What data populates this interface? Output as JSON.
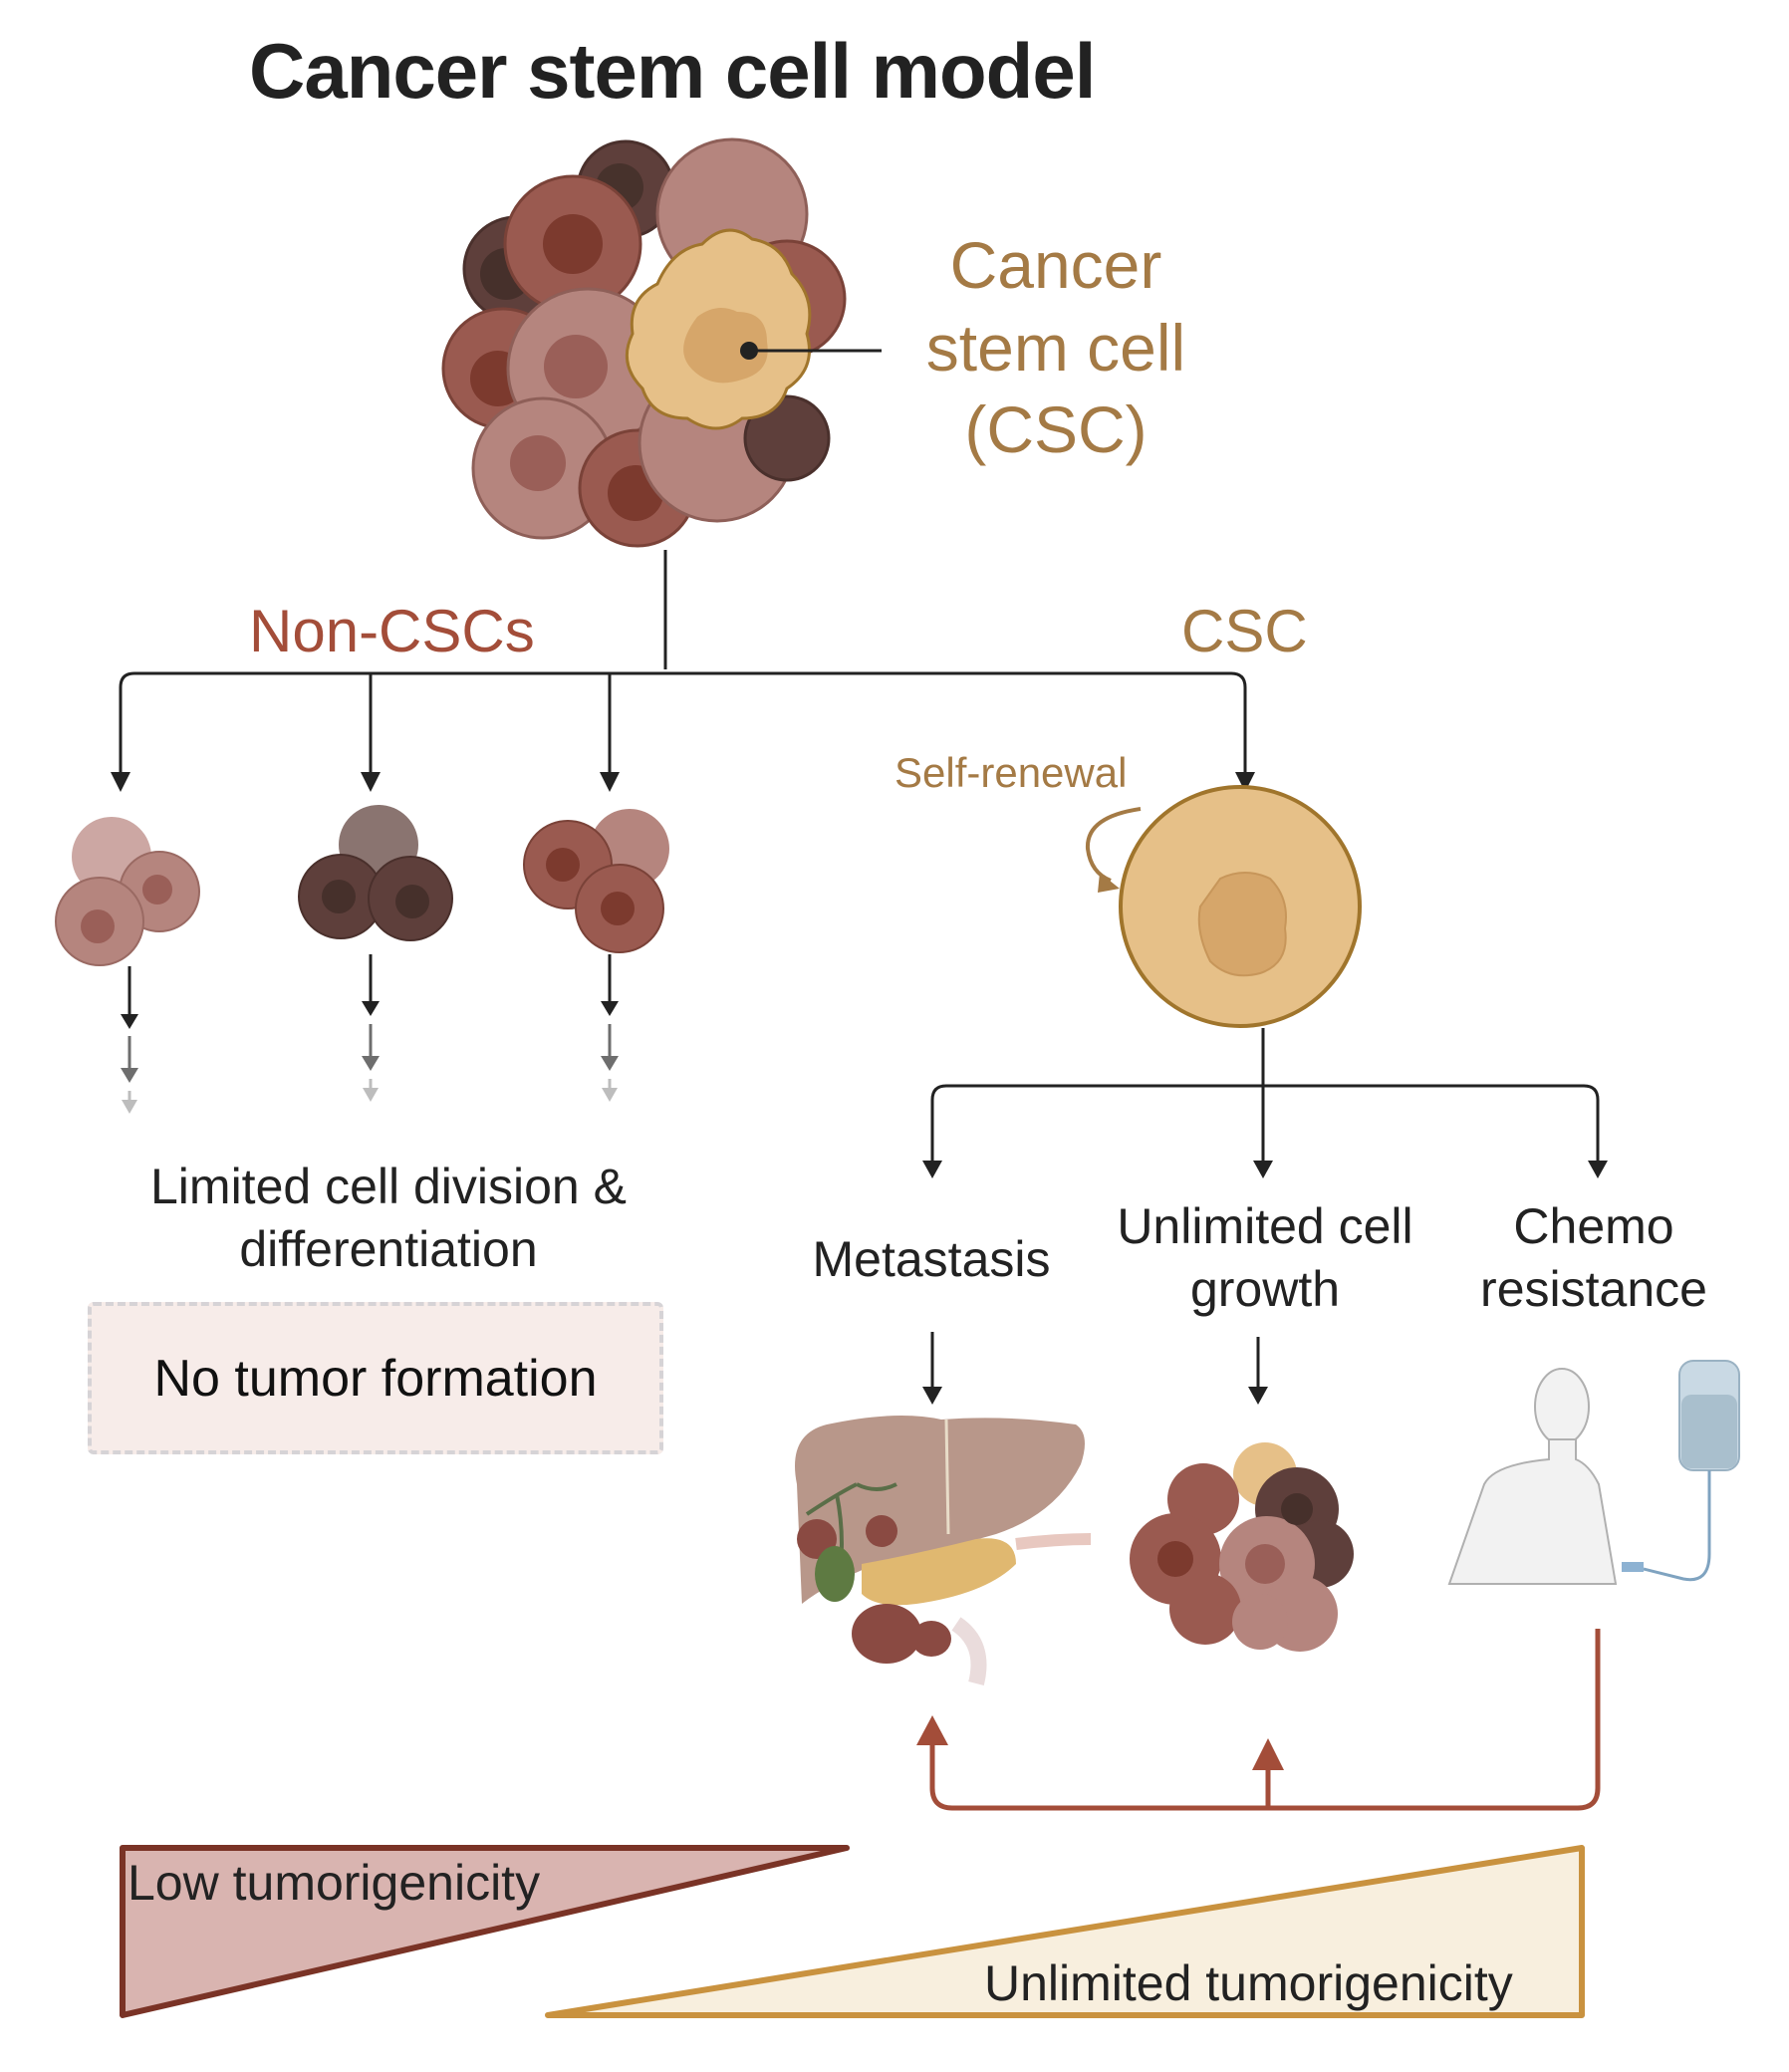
{
  "title": "Cancer stem cell model",
  "tumor": {
    "csc_callout": "Cancer stem cell (CSC)"
  },
  "branches": {
    "non_csc": "Non-CSCs",
    "csc": "CSC"
  },
  "csc_path": {
    "self_renewal": "Self-renewal",
    "outcomes": [
      {
        "label": "Metastasis",
        "illustration": "liver-pancreas-organ-icon"
      },
      {
        "label": "Unlimited cell growth",
        "illustration": "tumor-cluster-icon"
      },
      {
        "label": "Chemo resistance",
        "illustration": "patient-iv-drip-icon"
      }
    ]
  },
  "non_csc_path": {
    "result": "Limited cell division & differentiation",
    "box": "No tumor formation"
  },
  "gradient": {
    "low": "Low tumorigenicity",
    "high": "Unlimited tumorigenicity"
  },
  "colors": {
    "csc_gold": "#a47a45",
    "non_csc_rust": "#a34d39",
    "csc_cell": "#e6c088",
    "low_fill": "#d9b4b0",
    "low_stroke": "#7a3326",
    "high_fill": "#f8efde",
    "high_stroke": "#c9923f",
    "feedback_arrow": "#a34d39"
  }
}
